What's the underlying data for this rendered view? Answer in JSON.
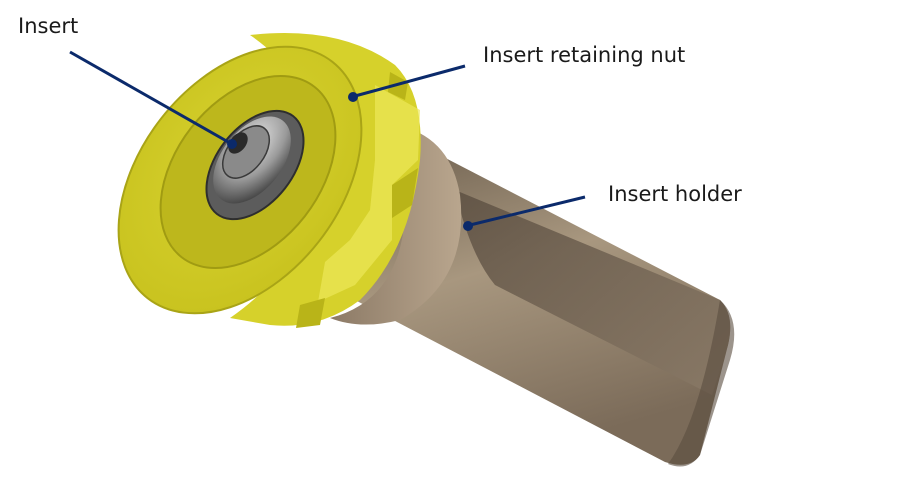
{
  "labels": {
    "insert": "Insert",
    "retaining_nut": "Insert retaining nut",
    "holder": "Insert holder"
  },
  "colors": {
    "leader": "#0b2a6b",
    "nut_yellow": "#e3df2e",
    "holder_bronze": "#8d7b68"
  }
}
